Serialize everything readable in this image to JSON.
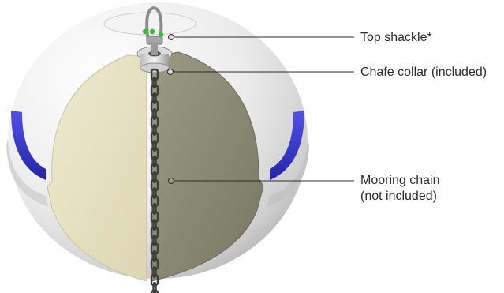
{
  "callouts": [
    {
      "id": "top-shackle",
      "lines": [
        "Top shackle*"
      ]
    },
    {
      "id": "chafe-collar",
      "lines": [
        "Chafe collar (included)"
      ]
    },
    {
      "id": "mooring-chain",
      "lines": [
        "Mooring chain",
        "(not included)"
      ]
    }
  ],
  "colors": {
    "shell": "#eaeaea",
    "shell_highlight": "#ffffff",
    "shell_shadow": "#b9b9b9",
    "band": "#3a3ad0",
    "foam_left": "#e6e1bf",
    "foam_right": "#8a8a72",
    "chain": "#3c3c3c",
    "shackle": "#9a9a9a",
    "shackle_pin": "#2fbf3a",
    "leader_line": "#2b2b2b",
    "label_text": "#2b2b2b"
  }
}
